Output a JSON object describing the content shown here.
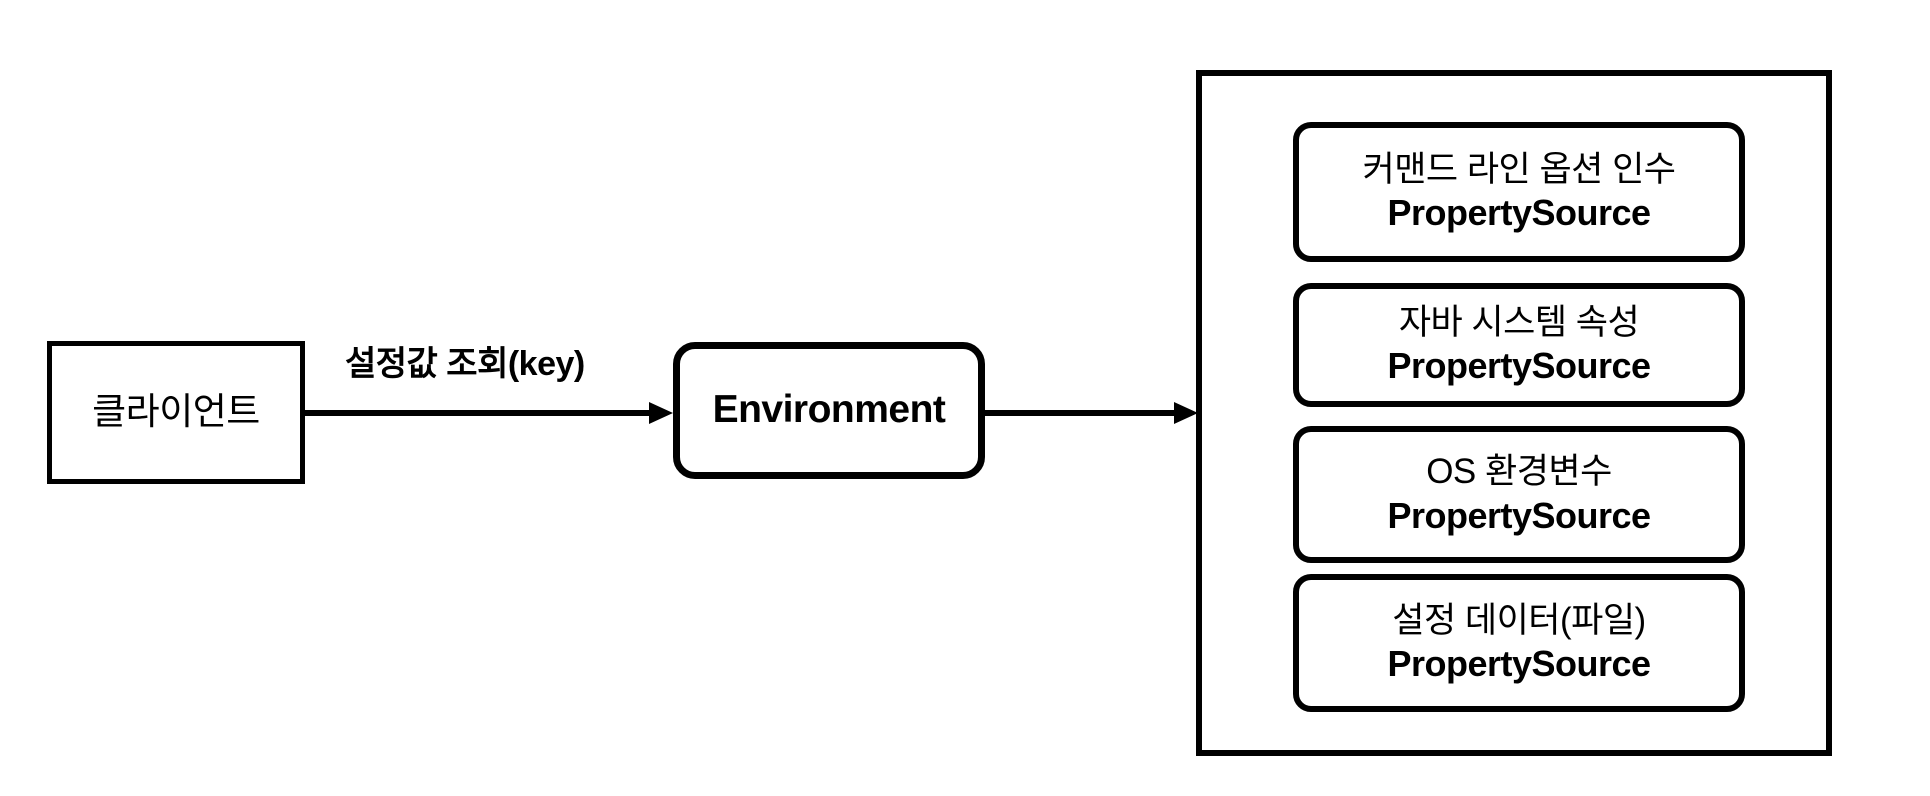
{
  "diagram": {
    "client": {
      "label": "클라이언트"
    },
    "environment": {
      "label": "Environment"
    },
    "edges": [
      {
        "label": "설정값 조회(key)"
      },
      {
        "label": ""
      }
    ],
    "property_sources": {
      "items": [
        {
          "title": "커맨드 라인 옵션 인수",
          "subtitle": "PropertySource"
        },
        {
          "title": "자바 시스템 속성",
          "subtitle": "PropertySource"
        },
        {
          "title": "OS 환경변수",
          "subtitle": "PropertySource"
        },
        {
          "title": "설정 데이터(파일)",
          "subtitle": "PropertySource"
        }
      ]
    },
    "colors": {
      "stroke": "#000000",
      "fill": "#ffffff"
    }
  }
}
